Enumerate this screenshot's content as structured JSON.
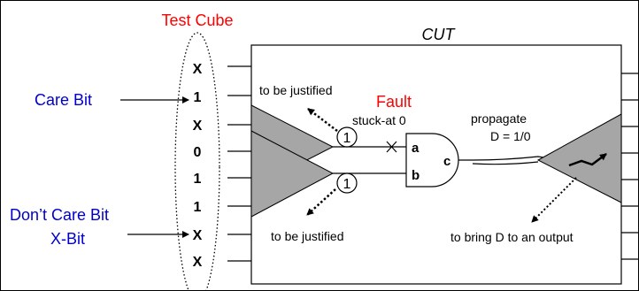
{
  "labels": {
    "test_cube": "Test Cube",
    "cut": "CUT",
    "care_bit": "Care Bit",
    "dont_care_bit": "Don’t Care Bit",
    "x_bit": "X-Bit",
    "fault": "Fault",
    "stuck_at": "stuck-at 0",
    "propagate": "propagate",
    "d_value": "D = 1/0",
    "to_be_justified_top": "to be justified",
    "to_be_justified_bottom": "to be justified",
    "to_bring_d": "to bring D to an output",
    "input_a": "a",
    "input_b": "b",
    "output_c": "c",
    "circle_top": "1",
    "circle_bottom": "1"
  },
  "test_cube_bits": [
    "X",
    "1",
    "X",
    "0",
    "1",
    "1",
    "X",
    "X"
  ],
  "colors": {
    "title_red": "#ff0000",
    "label_blue": "#0000cc",
    "cone_fill": "#a6a6a6",
    "stroke": "#000000"
  }
}
